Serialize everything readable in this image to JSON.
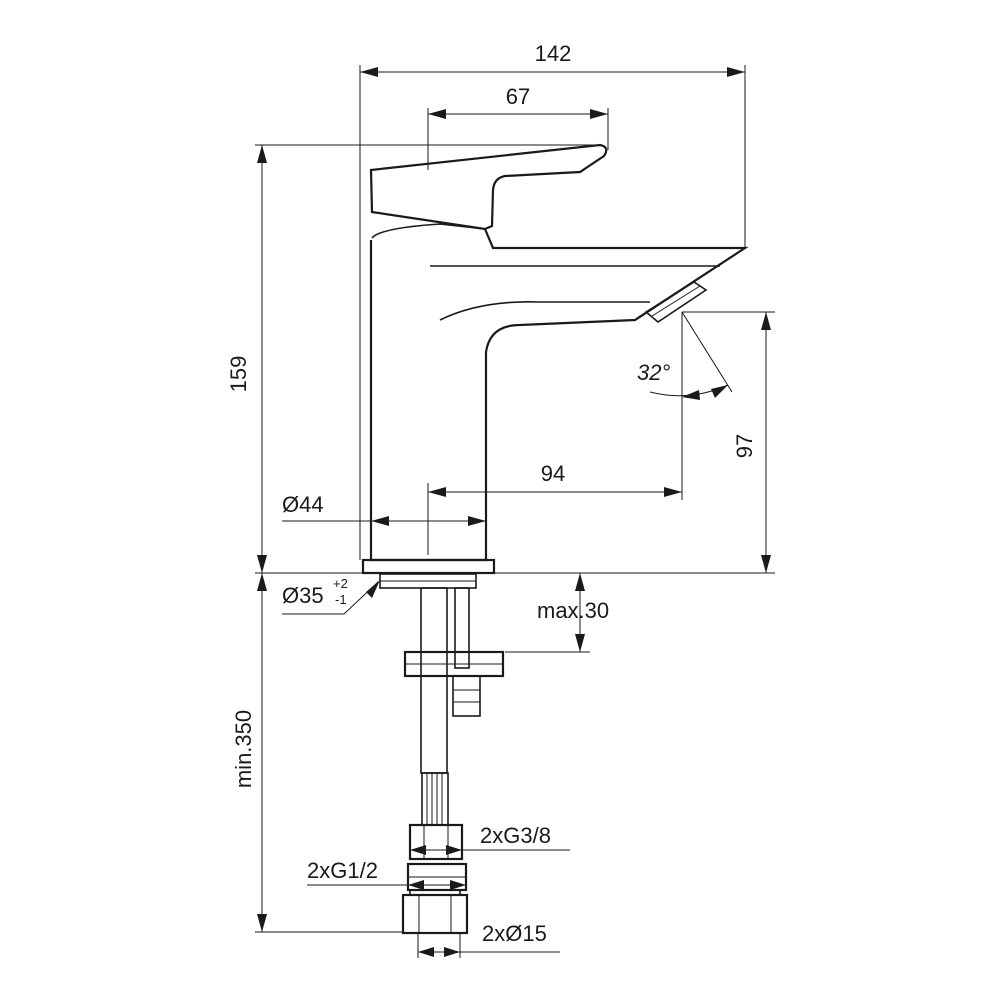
{
  "dimensions": {
    "overall_width": "142",
    "handle_length": "67",
    "overall_height": "159",
    "spout_height": "97",
    "spout_reach": "94",
    "spray_angle": "32°",
    "body_diameter": "Ø44",
    "hole_diameter": "Ø35",
    "hole_tol_upper": "+2",
    "hole_tol_lower": "-1",
    "max_deck_thickness": "max.30",
    "min_hose_length": "min.350",
    "hose_thread": "2xG3/8",
    "supply_thread": "2xG1/2",
    "pipe_diameter": "2xØ15"
  },
  "colors": {
    "line": "#1a1a1a",
    "background": "#ffffff"
  }
}
